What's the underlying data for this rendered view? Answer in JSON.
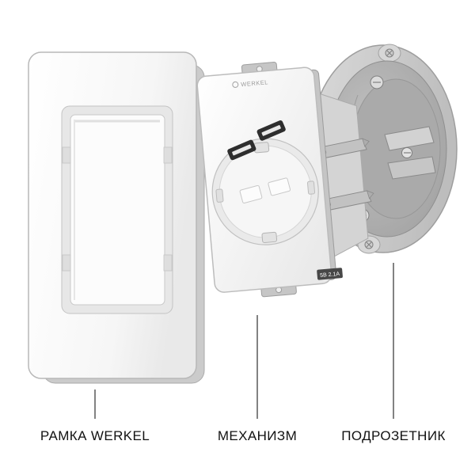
{
  "page": {
    "type": "product-exploded-diagram",
    "background": "#ffffff"
  },
  "colors": {
    "label_text": "#121212",
    "leader_line": "#2f2f2f",
    "plastic_white": "#f7f7f7",
    "metal_gray": "#c9c9c9",
    "box_gray": "#b8b8b8",
    "usb_slot": "#2e2e2e"
  },
  "labels": {
    "frame": "РАМКА WERKEL",
    "mechanism": "МЕХАНИЗМ",
    "mounting_box": "ПОДРОЗЕТНИК"
  },
  "mechanism": {
    "brand": "WERKEL",
    "usb_rating": "5В 2.1А"
  }
}
